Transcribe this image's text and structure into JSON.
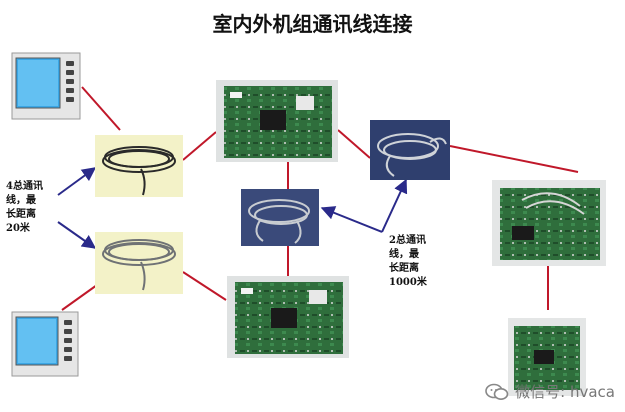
{
  "title": "室内外机组通讯线连接",
  "left_note": "4总通讯\n线，最\n长距离\n20米",
  "right_note": "2总通讯\n线，最\n长距离\n1000米",
  "watermark": "微信号: hvaca",
  "colors": {
    "red_line": "#c0182a",
    "blue_line": "#2a2a8a",
    "pcb_green": "#2f6e3c",
    "cable_bg": "#f3f2c8",
    "cable_gray": "#8a8d8f"
  },
  "icons": [
    "wall-controller",
    "cable-coil",
    "pcb-board",
    "wechat-icon"
  ]
}
